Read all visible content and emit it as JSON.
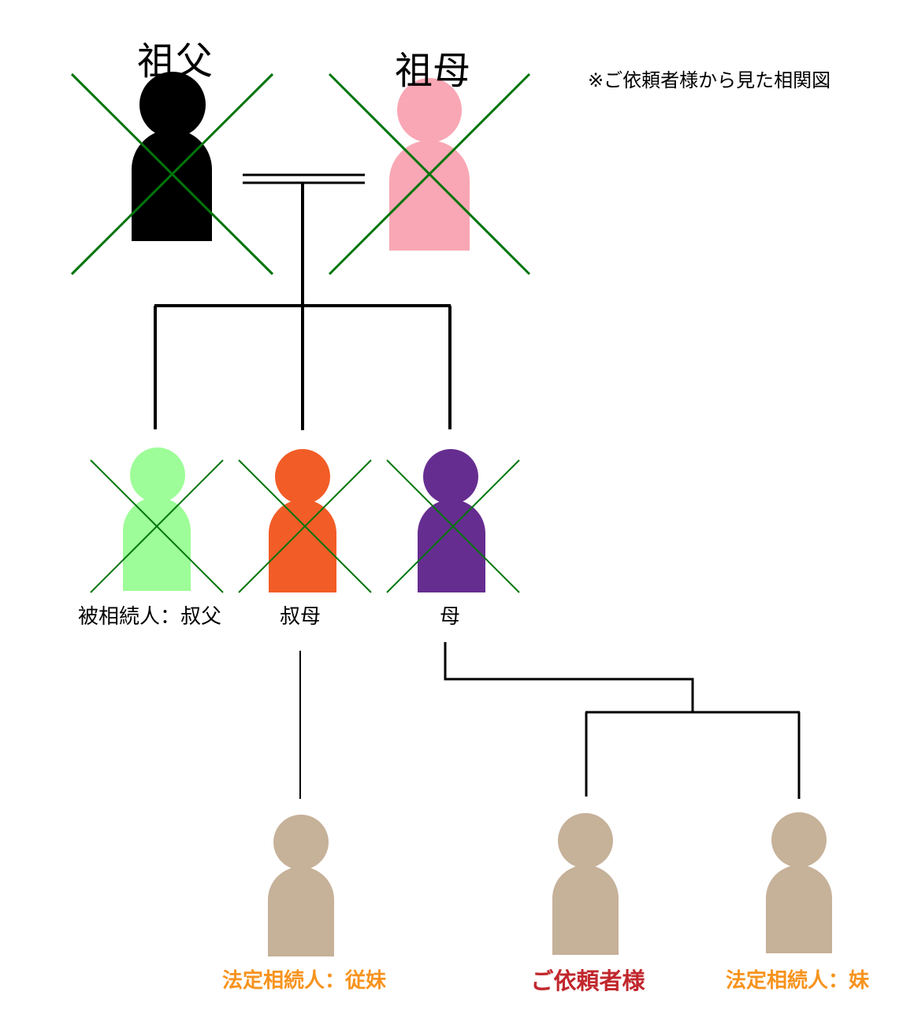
{
  "note": "※ご依頼者様から見た相関図",
  "colors": {
    "grandfather": "#000000",
    "grandmother": "#f9a7b4",
    "uncle": "#9dfd98",
    "aunt": "#f25c27",
    "mother": "#662d90",
    "descendant": "#c6b199",
    "cross": "#00750c",
    "heir_text": "#f7931e",
    "client_text": "#c1272d",
    "line": "#000000"
  },
  "people": {
    "grandfather": {
      "label": "祖父",
      "deceased": true,
      "color_key": "grandfather"
    },
    "grandmother": {
      "label": "祖母",
      "deceased": true,
      "color_key": "grandmother"
    },
    "uncle": {
      "label": "被相続人：叔父",
      "deceased": true,
      "color_key": "uncle"
    },
    "aunt": {
      "label": "叔母",
      "deceased": true,
      "color_key": "aunt"
    },
    "mother": {
      "label": "母",
      "deceased": true,
      "color_key": "mother"
    },
    "cousin": {
      "label": "法定相続人：従妹",
      "deceased": false,
      "color_key": "descendant"
    },
    "client": {
      "label": "ご依頼者様",
      "deceased": false,
      "color_key": "descendant"
    },
    "sister": {
      "label": "法定相続人：妹",
      "deceased": false,
      "color_key": "descendant"
    }
  }
}
